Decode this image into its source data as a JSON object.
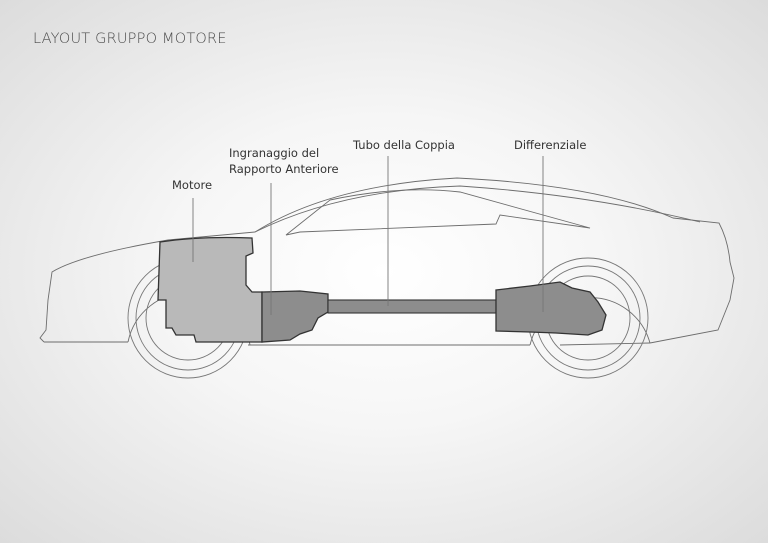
{
  "title": "LAYOUT GRUPPO MOTORE",
  "labels": {
    "engine": "Motore",
    "front_gear_line1": "Ingranaggio del",
    "front_gear_line2": "Rapporto Anteriore",
    "torque_tube": "Tubo della Coppia",
    "differential": "Differenziale"
  },
  "colors": {
    "engine": "#b8b8b8",
    "gearbox": "#8c8c8c",
    "shaft": "#8c8c8c",
    "differential": "#8c8c8c",
    "outline": "#777777"
  }
}
